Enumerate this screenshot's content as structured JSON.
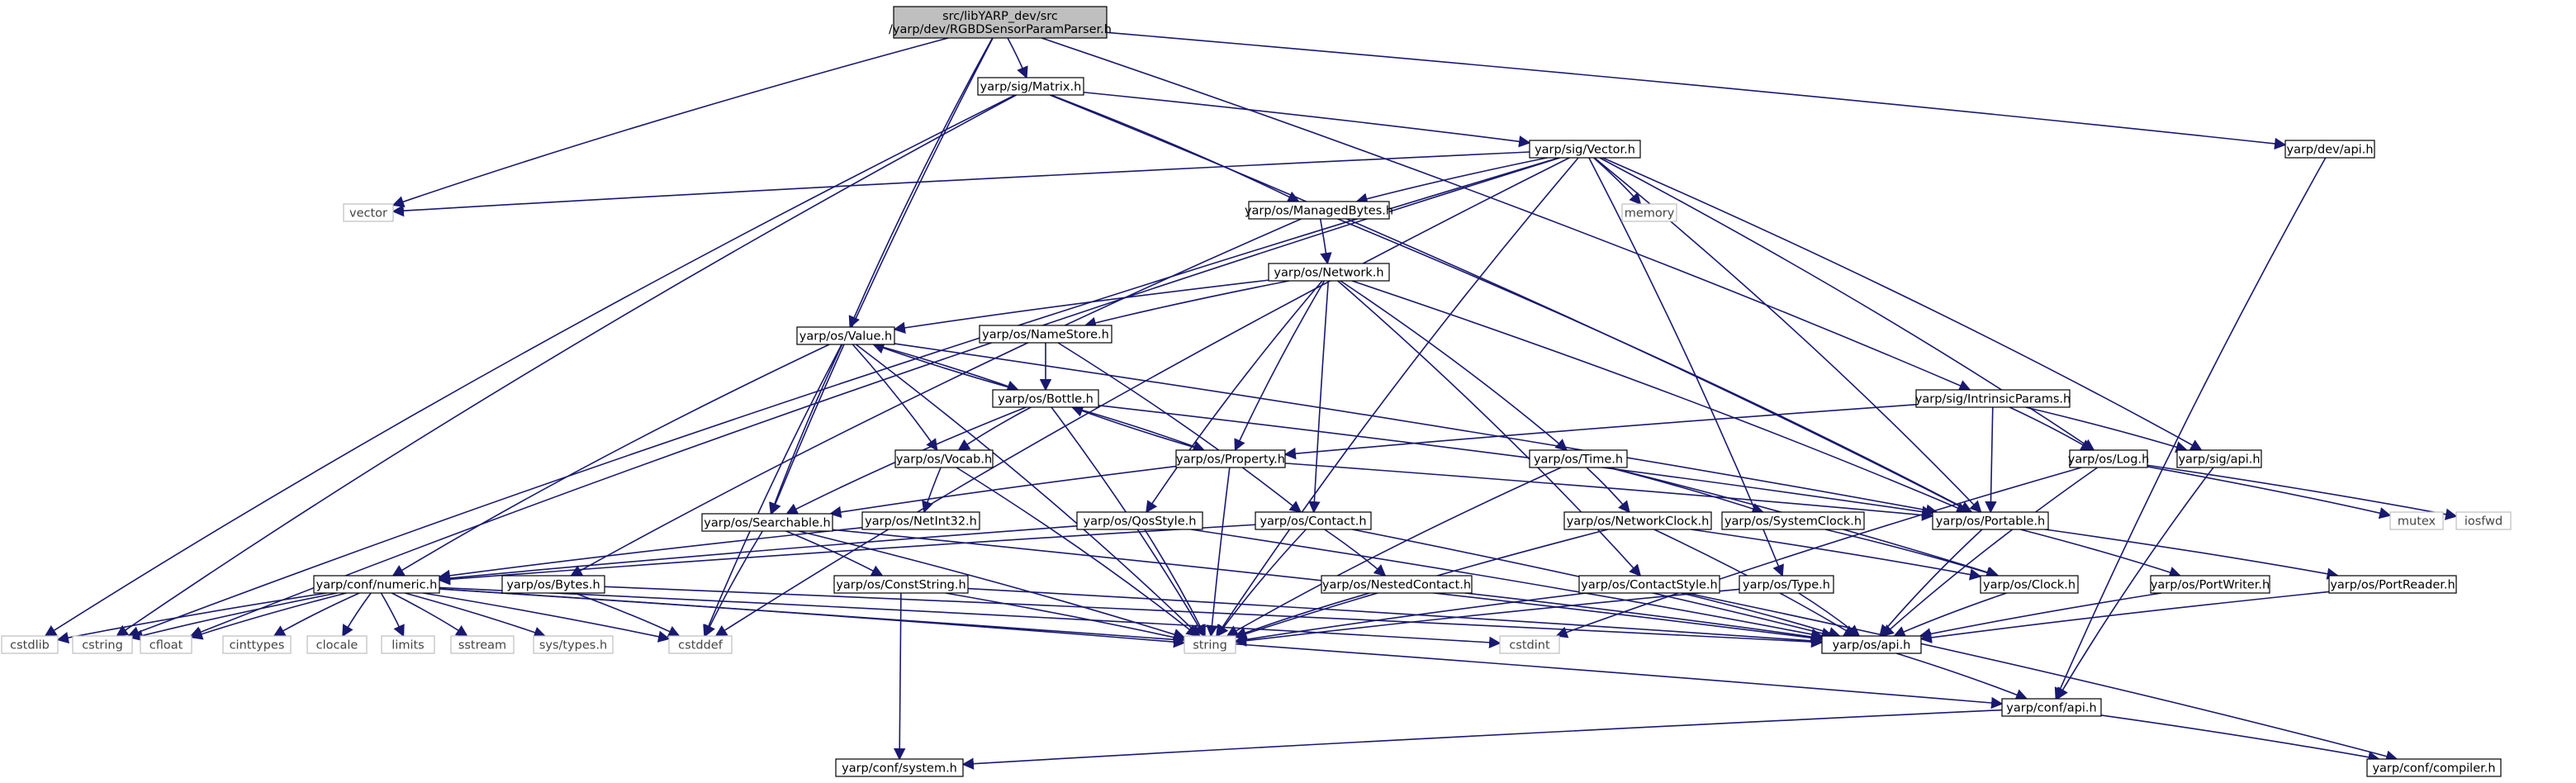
{
  "nodes": {
    "root": {
      "label_lines": [
        "src/libYARP_dev/src",
        "/yarp/dev/RGBDSensorParamParser.h"
      ],
      "kind": "root"
    },
    "matrix": {
      "label_lines": [
        "yarp/sig/Matrix.h"
      ],
      "kind": "header"
    },
    "devapi": {
      "label_lines": [
        "yarp/dev/api.h"
      ],
      "kind": "header"
    },
    "vector": {
      "label_lines": [
        "yarp/sig/Vector.h"
      ],
      "kind": "header"
    },
    "std_vector": {
      "label_lines": [
        "vector"
      ],
      "kind": "external"
    },
    "memory": {
      "label_lines": [
        "memory"
      ],
      "kind": "external"
    },
    "managedbytes": {
      "label_lines": [
        "yarp/os/ManagedBytes.h"
      ],
      "kind": "header"
    },
    "network": {
      "label_lines": [
        "yarp/os/Network.h"
      ],
      "kind": "header"
    },
    "value": {
      "label_lines": [
        "yarp/os/Value.h"
      ],
      "kind": "header"
    },
    "namestore": {
      "label_lines": [
        "yarp/os/NameStore.h"
      ],
      "kind": "header"
    },
    "bottle": {
      "label_lines": [
        "yarp/os/Bottle.h"
      ],
      "kind": "header"
    },
    "intrinsic": {
      "label_lines": [
        "yarp/sig/IntrinsicParams.h"
      ],
      "kind": "header"
    },
    "vocab": {
      "label_lines": [
        "yarp/os/Vocab.h"
      ],
      "kind": "header"
    },
    "property": {
      "label_lines": [
        "yarp/os/Property.h"
      ],
      "kind": "header"
    },
    "time": {
      "label_lines": [
        "yarp/os/Time.h"
      ],
      "kind": "header"
    },
    "log": {
      "label_lines": [
        "yarp/os/Log.h"
      ],
      "kind": "header"
    },
    "sigapi": {
      "label_lines": [
        "yarp/sig/api.h"
      ],
      "kind": "header"
    },
    "searchable": {
      "label_lines": [
        "yarp/os/Searchable.h"
      ],
      "kind": "header"
    },
    "netint32": {
      "label_lines": [
        "yarp/os/NetInt32.h"
      ],
      "kind": "header"
    },
    "qosstyle": {
      "label_lines": [
        "yarp/os/QosStyle.h"
      ],
      "kind": "header"
    },
    "contact": {
      "label_lines": [
        "yarp/os/Contact.h"
      ],
      "kind": "header"
    },
    "networkclock": {
      "label_lines": [
        "yarp/os/NetworkClock.h"
      ],
      "kind": "header"
    },
    "systemclock": {
      "label_lines": [
        "yarp/os/SystemClock.h"
      ],
      "kind": "header"
    },
    "portable": {
      "label_lines": [
        "yarp/os/Portable.h"
      ],
      "kind": "header"
    },
    "mutex": {
      "label_lines": [
        "mutex"
      ],
      "kind": "external"
    },
    "iosfwd": {
      "label_lines": [
        "iosfwd"
      ],
      "kind": "external"
    },
    "numeric": {
      "label_lines": [
        "yarp/conf/numeric.h"
      ],
      "kind": "header"
    },
    "bytes": {
      "label_lines": [
        "yarp/os/Bytes.h"
      ],
      "kind": "header"
    },
    "conststring": {
      "label_lines": [
        "yarp/os/ConstString.h"
      ],
      "kind": "header"
    },
    "nestedcontact": {
      "label_lines": [
        "yarp/os/NestedContact.h"
      ],
      "kind": "header"
    },
    "contactstyle": {
      "label_lines": [
        "yarp/os/ContactStyle.h"
      ],
      "kind": "header"
    },
    "type": {
      "label_lines": [
        "yarp/os/Type.h"
      ],
      "kind": "header"
    },
    "clock": {
      "label_lines": [
        "yarp/os/Clock.h"
      ],
      "kind": "header"
    },
    "portwriter": {
      "label_lines": [
        "yarp/os/PortWriter.h"
      ],
      "kind": "header"
    },
    "portreader": {
      "label_lines": [
        "yarp/os/PortReader.h"
      ],
      "kind": "header"
    },
    "cstdlib": {
      "label_lines": [
        "cstdlib"
      ],
      "kind": "external"
    },
    "cstring": {
      "label_lines": [
        "cstring"
      ],
      "kind": "external"
    },
    "cfloat": {
      "label_lines": [
        "cfloat"
      ],
      "kind": "external"
    },
    "cinttypes": {
      "label_lines": [
        "cinttypes"
      ],
      "kind": "external"
    },
    "clocale": {
      "label_lines": [
        "clocale"
      ],
      "kind": "external"
    },
    "limits": {
      "label_lines": [
        "limits"
      ],
      "kind": "external"
    },
    "sstream": {
      "label_lines": [
        "sstream"
      ],
      "kind": "external"
    },
    "systypes": {
      "label_lines": [
        "sys/types.h"
      ],
      "kind": "external"
    },
    "cstddef": {
      "label_lines": [
        "cstddef"
      ],
      "kind": "external"
    },
    "string": {
      "label_lines": [
        "string"
      ],
      "kind": "external"
    },
    "cstdint": {
      "label_lines": [
        "cstdint"
      ],
      "kind": "external"
    },
    "osapi": {
      "label_lines": [
        "yarp/os/api.h"
      ],
      "kind": "header"
    },
    "confapi": {
      "label_lines": [
        "yarp/conf/api.h"
      ],
      "kind": "header"
    },
    "system": {
      "label_lines": [
        "yarp/conf/system.h"
      ],
      "kind": "header"
    },
    "compiler": {
      "label_lines": [
        "yarp/conf/compiler.h"
      ],
      "kind": "header"
    }
  },
  "edges": [
    [
      "root",
      "matrix"
    ],
    [
      "root",
      "std_vector"
    ],
    [
      "root",
      "value"
    ],
    [
      "root",
      "searchable"
    ],
    [
      "root",
      "intrinsic"
    ],
    [
      "root",
      "devapi"
    ],
    [
      "matrix",
      "vector"
    ],
    [
      "matrix",
      "managedbytes"
    ],
    [
      "matrix",
      "portable"
    ],
    [
      "matrix",
      "cstdlib"
    ],
    [
      "matrix",
      "cstring"
    ],
    [
      "vector",
      "std_vector"
    ],
    [
      "vector",
      "memory"
    ],
    [
      "vector",
      "managedbytes"
    ],
    [
      "vector",
      "string"
    ],
    [
      "vector",
      "portable"
    ],
    [
      "vector",
      "log"
    ],
    [
      "vector",
      "sigapi"
    ],
    [
      "vector",
      "type"
    ],
    [
      "vector",
      "cstring"
    ],
    [
      "vector",
      "cstddef"
    ],
    [
      "vector",
      "cfloat"
    ],
    [
      "managedbytes",
      "network"
    ],
    [
      "managedbytes",
      "bytes"
    ],
    [
      "managedbytes",
      "portable"
    ],
    [
      "network",
      "value"
    ],
    [
      "network",
      "namestore"
    ],
    [
      "network",
      "property"
    ],
    [
      "network",
      "contact"
    ],
    [
      "network",
      "time"
    ],
    [
      "network",
      "portable"
    ],
    [
      "network",
      "qosstyle"
    ],
    [
      "network",
      "contactstyle"
    ],
    [
      "value",
      "bottle"
    ],
    [
      "value",
      "searchable"
    ],
    [
      "value",
      "vocab"
    ],
    [
      "value",
      "numeric"
    ],
    [
      "value",
      "portable"
    ],
    [
      "value",
      "cstddef"
    ],
    [
      "value",
      "string"
    ],
    [
      "namestore",
      "bottle"
    ],
    [
      "namestore",
      "contact"
    ],
    [
      "bottle",
      "value"
    ],
    [
      "bottle",
      "vocab"
    ],
    [
      "bottle",
      "property"
    ],
    [
      "bottle",
      "searchable"
    ],
    [
      "bottle",
      "portable"
    ],
    [
      "bottle",
      "string"
    ],
    [
      "property",
      "bottle"
    ],
    [
      "property",
      "searchable"
    ],
    [
      "property",
      "portable"
    ],
    [
      "property",
      "string"
    ],
    [
      "vocab",
      "netint32"
    ],
    [
      "vocab",
      "string"
    ],
    [
      "intrinsic",
      "property"
    ],
    [
      "intrinsic",
      "portable"
    ],
    [
      "intrinsic",
      "log"
    ],
    [
      "intrinsic",
      "sigapi"
    ],
    [
      "time",
      "networkclock"
    ],
    [
      "time",
      "systemclock"
    ],
    [
      "time",
      "string"
    ],
    [
      "time",
      "clock"
    ],
    [
      "log",
      "mutex"
    ],
    [
      "log",
      "iosfwd"
    ],
    [
      "log",
      "osapi"
    ],
    [
      "log",
      "cstdint"
    ],
    [
      "sigapi",
      "confapi"
    ],
    [
      "searchable",
      "conststring"
    ],
    [
      "searchable",
      "string"
    ],
    [
      "searchable",
      "cstddef"
    ],
    [
      "searchable",
      "osapi"
    ],
    [
      "netint32",
      "numeric"
    ],
    [
      "qosstyle",
      "string"
    ],
    [
      "qosstyle",
      "numeric"
    ],
    [
      "qosstyle",
      "osapi"
    ],
    [
      "contact",
      "nestedcontact"
    ],
    [
      "contact",
      "string"
    ],
    [
      "contact",
      "numeric"
    ],
    [
      "contact",
      "osapi"
    ],
    [
      "networkclock",
      "clock"
    ],
    [
      "networkclock",
      "string"
    ],
    [
      "networkclock",
      "osapi"
    ],
    [
      "systemclock",
      "clock"
    ],
    [
      "portable",
      "portwriter"
    ],
    [
      "portable",
      "portreader"
    ],
    [
      "portable",
      "osapi"
    ],
    [
      "numeric",
      "cstdlib"
    ],
    [
      "numeric",
      "cstring"
    ],
    [
      "numeric",
      "cfloat"
    ],
    [
      "numeric",
      "cinttypes"
    ],
    [
      "numeric",
      "clocale"
    ],
    [
      "numeric",
      "limits"
    ],
    [
      "numeric",
      "sstream"
    ],
    [
      "numeric",
      "systypes"
    ],
    [
      "numeric",
      "cstddef"
    ],
    [
      "numeric",
      "string"
    ],
    [
      "numeric",
      "confapi"
    ],
    [
      "numeric",
      "cstdint"
    ],
    [
      "bytes",
      "cstddef"
    ],
    [
      "bytes",
      "osapi"
    ],
    [
      "conststring",
      "string"
    ],
    [
      "conststring",
      "osapi"
    ],
    [
      "conststring",
      "system"
    ],
    [
      "nestedcontact",
      "string"
    ],
    [
      "nestedcontact",
      "osapi"
    ],
    [
      "contactstyle",
      "string"
    ],
    [
      "contactstyle",
      "osapi"
    ],
    [
      "type",
      "string"
    ],
    [
      "type",
      "osapi"
    ],
    [
      "clock",
      "osapi"
    ],
    [
      "portwriter",
      "osapi"
    ],
    [
      "portreader",
      "osapi"
    ],
    [
      "osapi",
      "confapi"
    ],
    [
      "confapi",
      "system"
    ],
    [
      "confapi",
      "compiler"
    ],
    [
      "devapi",
      "confapi"
    ],
    [
      "contactstyle",
      "compiler"
    ]
  ]
}
